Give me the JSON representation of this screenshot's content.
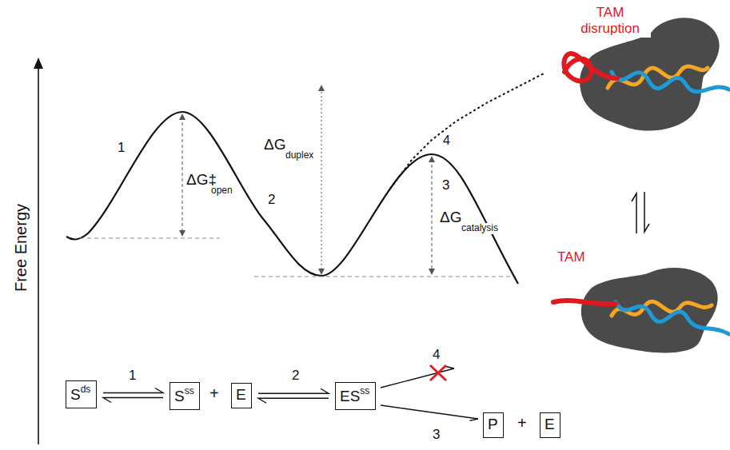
{
  "diagram": {
    "nodes": [
      {
        "text": [
          "S",
          "ds"
        ]
      },
      {
        "text": [
          "S",
          "ss"
        ]
      },
      {
        "text": [
          "E"
        ]
      },
      {
        "text": [
          "ES",
          "ss"
        ]
      },
      {
        "text": [
          "P"
        ]
      },
      {
        "text": [
          "E"
        ]
      }
    ],
    "edges": [
      {
        "from": 0,
        "to": 1,
        "arrow": "both",
        "label": "1"
      },
      {
        "from": 2,
        "to": 3,
        "arrow": "both",
        "label": "2"
      },
      {
        "from": 3,
        "to": 4,
        "arrow": "to",
        "label": "3"
      }
    ],
    "labels": [
      "Free Energy",
      "1",
      "ΔG‡",
      "open",
      "2",
      "ΔG",
      "duplex",
      "4",
      "3",
      "ΔG",
      "catalysis",
      "TAM disruption",
      "TAM",
      "+",
      "+",
      "4"
    ]
  }
}
